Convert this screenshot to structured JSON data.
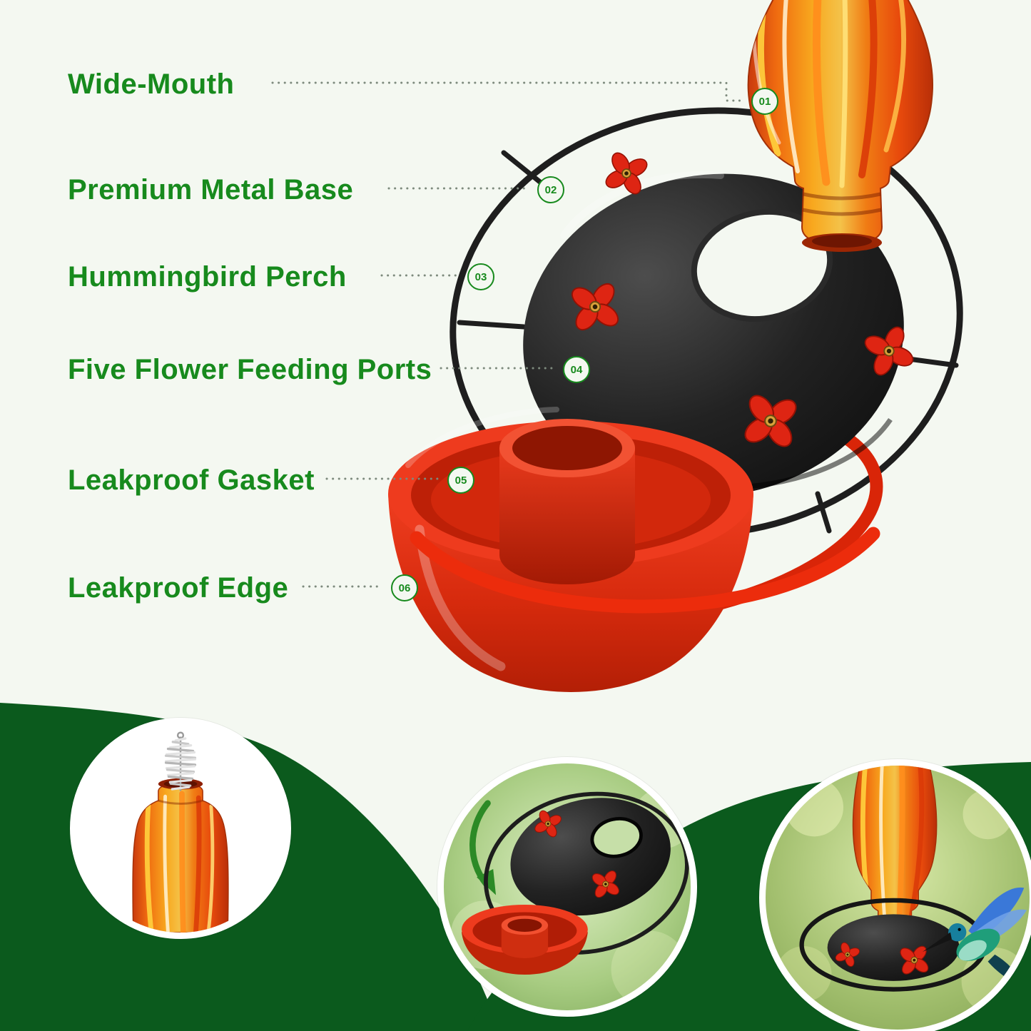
{
  "callouts": [
    {
      "num": "01",
      "label": "Wide-Mouth"
    },
    {
      "num": "02",
      "label": "Premium Metal Base"
    },
    {
      "num": "03",
      "label": "Hummingbird Perch"
    },
    {
      "num": "04",
      "label": "Five Flower Feeding Ports"
    },
    {
      "num": "05",
      "label": "Leakproof Gasket"
    },
    {
      "num": "06",
      "label": "Leakproof Edge"
    }
  ],
  "insets": [
    {
      "name": "glass-bottle-with-cleaning-brush-photo"
    },
    {
      "name": "metal-base-and-basin-assembly-photo"
    },
    {
      "name": "assembled-feeder-with-hummingbird-photo"
    }
  ],
  "colors": {
    "label_green": "#178a1d",
    "band_green": "#0b5a1d",
    "feeder_red": "#e22d10",
    "base_black": "#1c1c1c",
    "glass_orange": "#f07c14"
  }
}
